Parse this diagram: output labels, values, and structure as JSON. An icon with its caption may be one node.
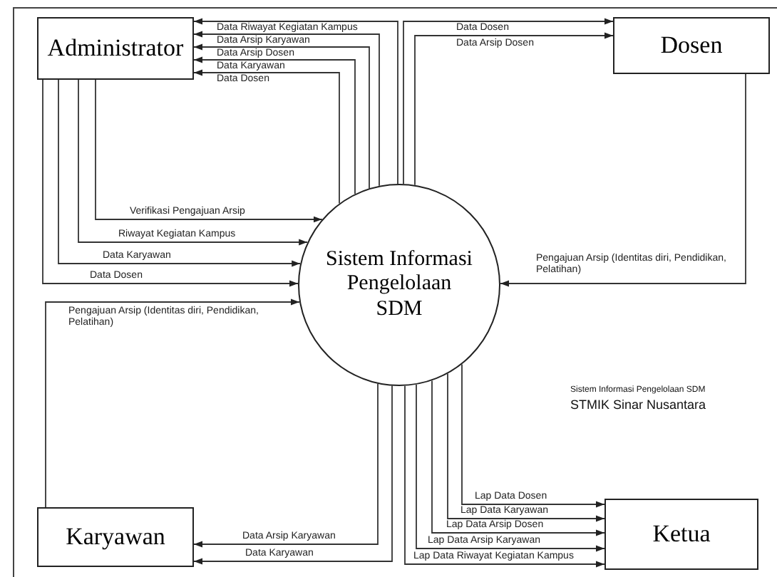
{
  "diagram": {
    "nodes": [
      {
        "text": [
          "Administrator"
        ]
      },
      {
        "text": [
          "Dosen"
        ]
      },
      {
        "text": [
          "Sistem Informasi Pengelolaan SDM"
        ]
      },
      {
        "text": [
          "Karyawan"
        ]
      },
      {
        "text": [
          "Ketua"
        ]
      }
    ],
    "edges": [
      {
        "from": 2,
        "to": 0,
        "arrow": "to",
        "label": "Data Riwayat Kegiatan Kampus"
      },
      {
        "from": 2,
        "to": 0,
        "arrow": "to",
        "label": "Data Arsip Karyawan"
      },
      {
        "from": 2,
        "to": 0,
        "arrow": "to",
        "label": "Data Arsip Dosen"
      },
      {
        "from": 2,
        "to": 0,
        "arrow": "to",
        "label": "Data Karyawan"
      },
      {
        "from": 2,
        "to": 0,
        "arrow": "to",
        "label": "Data Dosen"
      },
      {
        "from": 2,
        "to": 1,
        "arrow": "to",
        "label": "Data Dosen"
      },
      {
        "from": 2,
        "to": 1,
        "arrow": "to",
        "label": "Data Arsip Dosen"
      },
      {
        "from": 0,
        "to": 2,
        "arrow": "to",
        "label": "Verifikasi Pengajuan Arsip"
      },
      {
        "from": 0,
        "to": 2,
        "arrow": "to",
        "label": "Riwayat Kegiatan Kampus"
      },
      {
        "from": 0,
        "to": 2,
        "arrow": "to",
        "label": "Data Karyawan"
      },
      {
        "from": 0,
        "to": 2,
        "arrow": "to",
        "label": "Data Dosen"
      },
      {
        "from": 1,
        "to": 2,
        "arrow": "to",
        "label": "Pengajuan Arsip (Identitas diri, Pendidikan, Pelatihan)"
      },
      {
        "from": 3,
        "to": 2,
        "arrow": "to",
        "label": "Pengajuan Arsip (Identitas diri, Pendidikan, Pelatihan)"
      },
      {
        "from": 2,
        "to": 3,
        "arrow": "to",
        "label": "Data Arsip Karyawan"
      },
      {
        "from": 2,
        "to": 3,
        "arrow": "to",
        "label": "Data Karyawan"
      },
      {
        "from": 2,
        "to": 4,
        "arrow": "to",
        "label": "Lap Data Dosen"
      },
      {
        "from": 2,
        "to": 4,
        "arrow": "to",
        "label": "Lap Data Karyawan"
      },
      {
        "from": 2,
        "to": 4,
        "arrow": "to",
        "label": "Lap Data Arsip Dosen"
      },
      {
        "from": 2,
        "to": 4,
        "arrow": "to",
        "label": "Lap Data Arsip Karyawan"
      },
      {
        "from": 2,
        "to": 4,
        "arrow": "to",
        "label": "Lap Data Riwayat Kegiatan Kampus"
      }
    ],
    "labels": [
      "Sistem Informasi Pengelolaan SDM",
      "STMIK Sinar Nusantara"
    ]
  }
}
